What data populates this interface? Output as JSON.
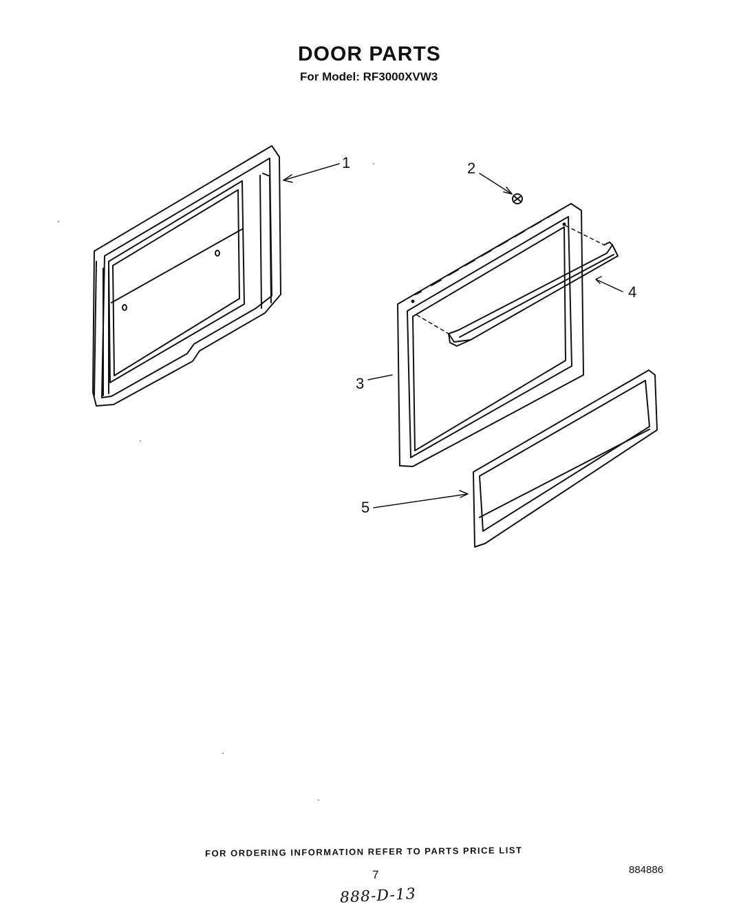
{
  "header": {
    "title": "DOOR PARTS",
    "subtitle": "For Model: RF3000XVW3"
  },
  "callouts": [
    {
      "number": "1",
      "part": "outer door frame"
    },
    {
      "number": "2",
      "part": "screw"
    },
    {
      "number": "3",
      "part": "inner door frame"
    },
    {
      "number": "4",
      "part": "handle"
    },
    {
      "number": "5",
      "part": "door glass panel"
    }
  ],
  "footer": {
    "ordering_note": "FOR ORDERING INFORMATION REFER TO PARTS PRICE LIST",
    "page_number": "7",
    "document_number": "884886",
    "handwritten_note": "888-D-13"
  }
}
